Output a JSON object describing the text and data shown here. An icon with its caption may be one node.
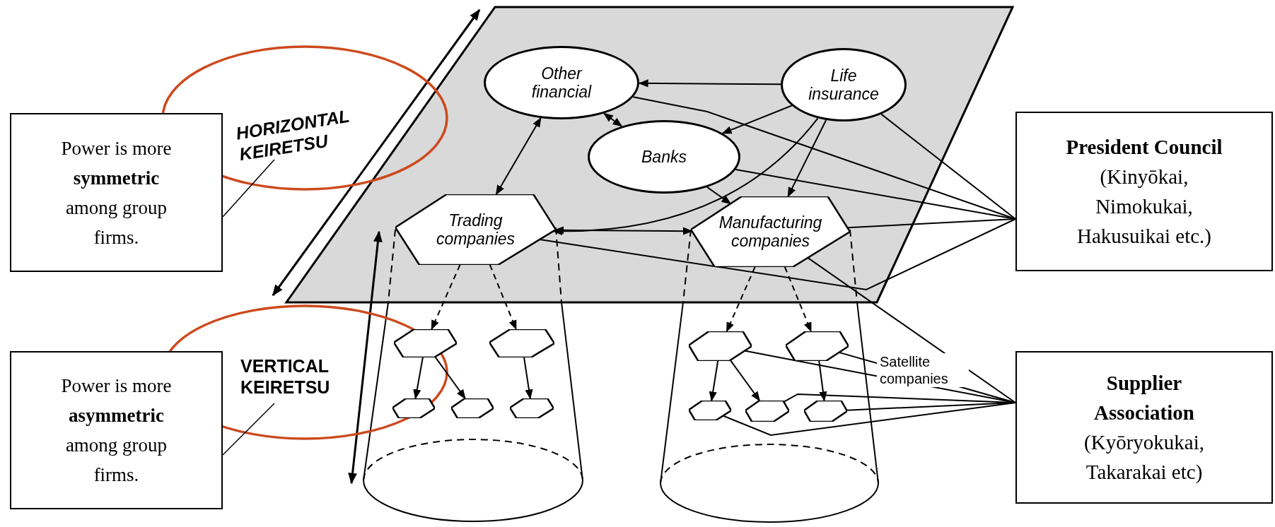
{
  "diagram": {
    "nodes": [
      {
        "text": [
          "Power is more **symmetric** among group firms."
        ]
      },
      {
        "text": [
          "HORIZONTAL KEIRETSU"
        ]
      },
      {
        "text": [
          "Power is more **asymmetric** among group firms."
        ]
      },
      {
        "text": [
          "VERTICAL KEIRETSU"
        ]
      },
      {
        "text": [
          "Other financial"
        ]
      },
      {
        "text": [
          "Life insurance"
        ]
      },
      {
        "text": [
          "Banks"
        ]
      },
      {
        "text": [
          "Trading companies"
        ]
      },
      {
        "text": [
          "Manufacturing companies"
        ]
      },
      {
        "text": [],
        "shape": "hexagon"
      },
      {
        "text": [],
        "shape": "hexagon"
      },
      {
        "text": [],
        "shape": "hexagon"
      },
      {
        "text": [],
        "shape": "hexagon"
      },
      {
        "text": [],
        "shape": "hexagon"
      },
      {
        "text": [],
        "shape": "hexagon"
      },
      {
        "text": [],
        "shape": "hexagon"
      },
      {
        "text": [],
        "shape": "hexagon"
      },
      {
        "text": [],
        "shape": "hexagon"
      },
      {
        "text": [],
        "shape": "hexagon"
      },
      {
        "text": [
          "President Council",
          "(Kinyōkai, Nimokukai, Hakusuikai etc.)"
        ]
      },
      {
        "text": [
          "Supplier Association",
          "(Kyōryokukai, Takarakai etc)"
        ]
      }
    ],
    "edges": [
      {
        "from": 0,
        "to": 1,
        "arrow": "none"
      },
      {
        "from": 2,
        "to": 3,
        "arrow": "none"
      },
      {
        "from": 5,
        "to": 4,
        "arrow": "to"
      },
      {
        "from": 4,
        "to": 6,
        "arrow": "both"
      },
      {
        "from": 4,
        "to": 7,
        "arrow": "both"
      },
      {
        "from": 5,
        "to": 6,
        "arrow": "to"
      },
      {
        "from": 5,
        "to": 7,
        "arrow": "to"
      },
      {
        "from": 5,
        "to": 8,
        "arrow": "to"
      },
      {
        "from": 6,
        "to": 8,
        "arrow": "to"
      },
      {
        "from": 7,
        "to": 8,
        "arrow": "both"
      },
      {
        "from": 5,
        "to": 19,
        "arrow": "none"
      },
      {
        "from": 4,
        "to": 19,
        "arrow": "none"
      },
      {
        "from": 6,
        "to": 19,
        "arrow": "none"
      },
      {
        "from": 7,
        "to": 19,
        "arrow": "none"
      },
      {
        "from": 8,
        "to": 19,
        "arrow": "none"
      },
      {
        "from": 8,
        "to": 20,
        "arrow": "none"
      },
      {
        "from": 14,
        "to": 20,
        "arrow": "none"
      },
      {
        "from": 15,
        "to": 20,
        "arrow": "none"
      },
      {
        "from": 16,
        "to": 20,
        "arrow": "none"
      },
      {
        "from": 17,
        "to": 20,
        "arrow": "none"
      },
      {
        "from": 18,
        "to": 20,
        "arrow": "none"
      },
      {
        "from": 7,
        "to": 9,
        "arrow": "to",
        "style": "dashed"
      },
      {
        "from": 7,
        "to": 10,
        "arrow": "to",
        "style": "dashed"
      },
      {
        "from": 8,
        "to": 14,
        "arrow": "to",
        "style": "dashed"
      },
      {
        "from": 8,
        "to": 15,
        "arrow": "to",
        "style": "dashed"
      },
      {
        "from": 9,
        "to": 11,
        "arrow": "to"
      },
      {
        "from": 9,
        "to": 12,
        "arrow": "to"
      },
      {
        "from": 10,
        "to": 13,
        "arrow": "to"
      },
      {
        "from": 14,
        "to": 16,
        "arrow": "to"
      },
      {
        "from": 14,
        "to": 17,
        "arrow": "to"
      },
      {
        "from": 15,
        "to": 18,
        "arrow": "to"
      }
    ],
    "labels": [
      "Satellite companies"
    ]
  }
}
